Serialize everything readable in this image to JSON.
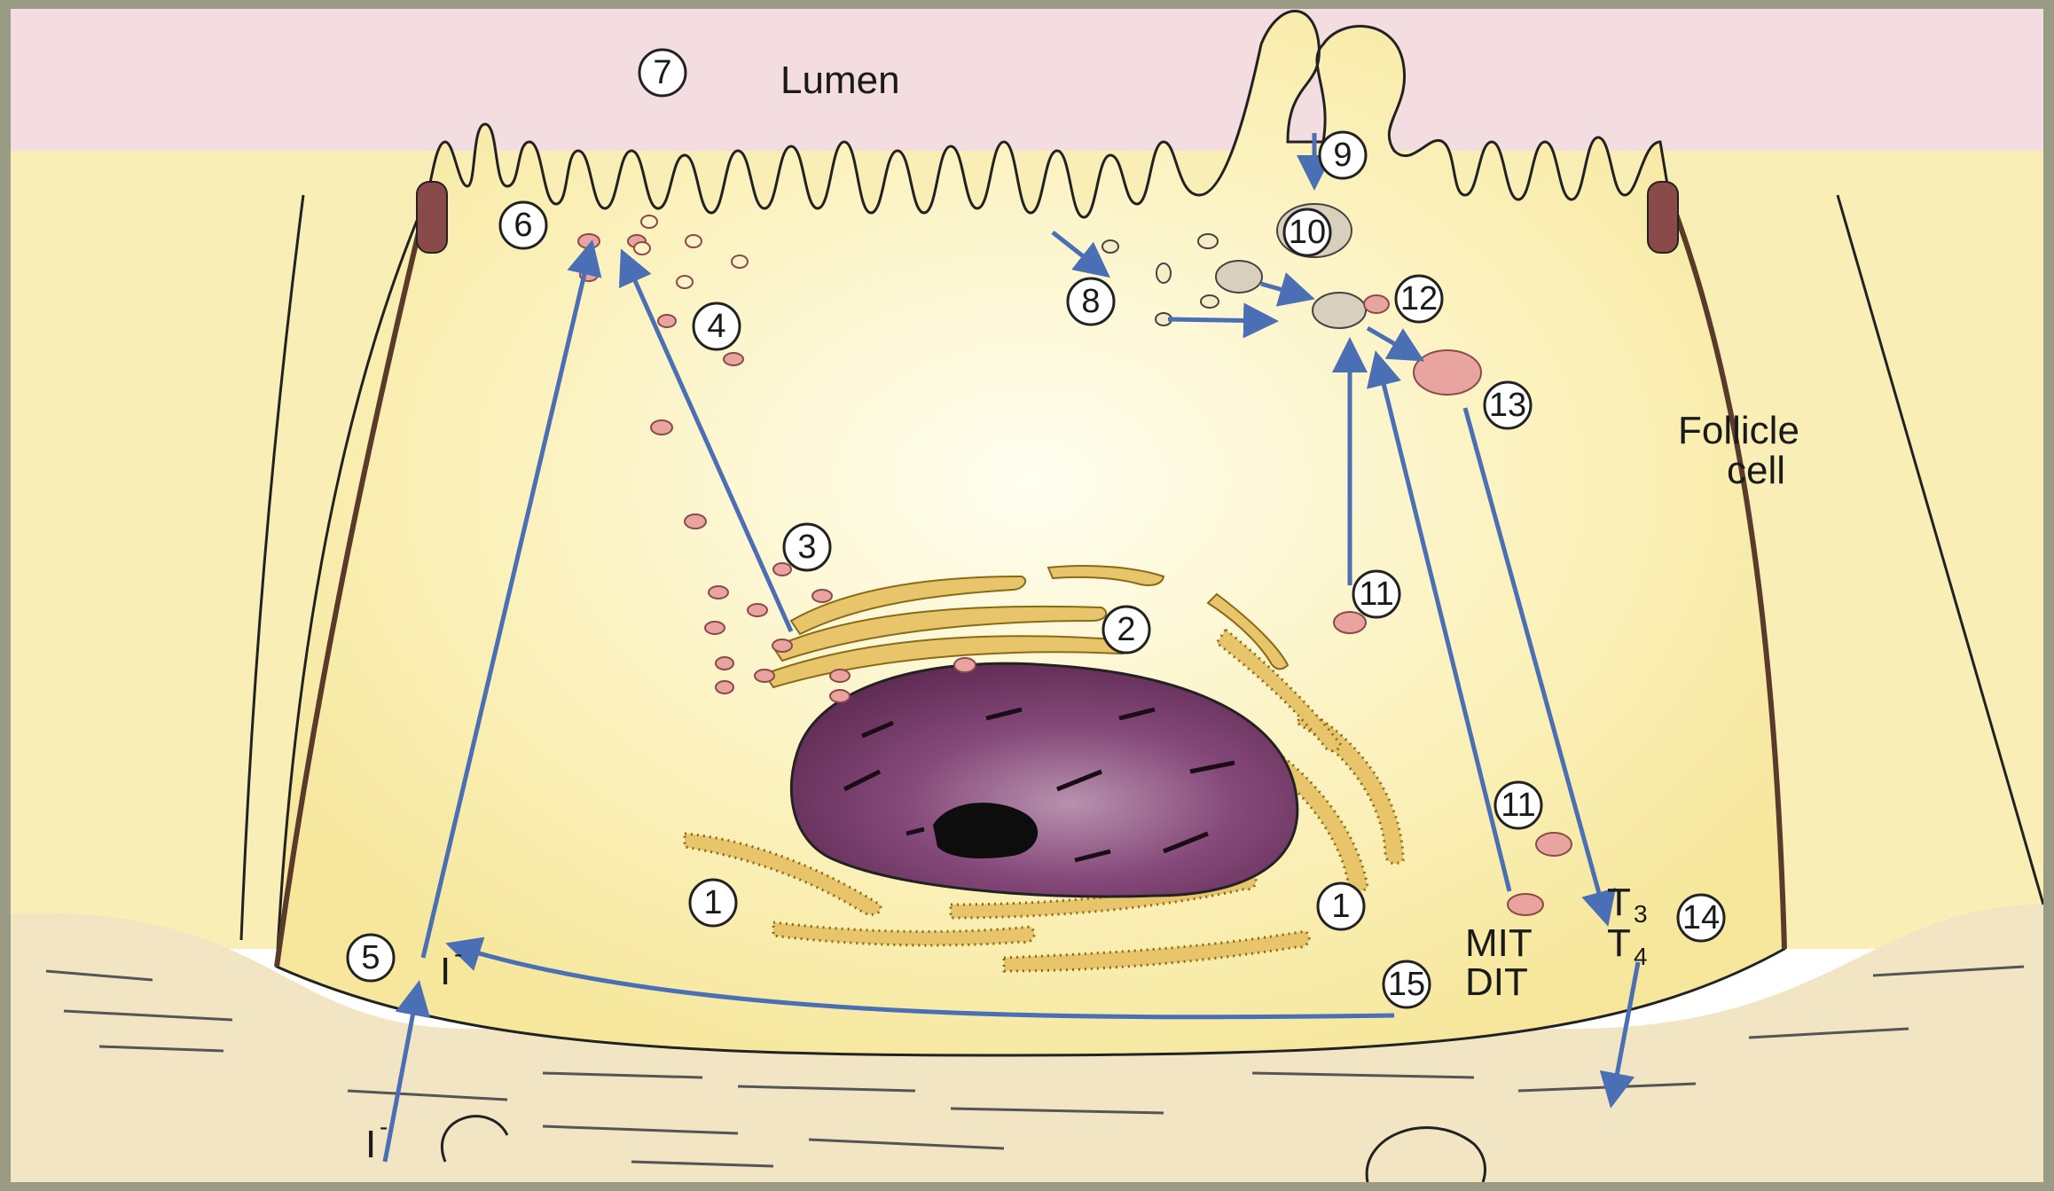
{
  "labels": {
    "lumen": "Lumen",
    "follicle_line1": "Follicle",
    "follicle_line2": "cell",
    "iodide": "I",
    "iodide_inside": "I",
    "minus": "-",
    "mit": "MIT",
    "dit": "DIT",
    "t3": "T",
    "t3_sub": "3",
    "t4": "T",
    "t4_sub": "4"
  },
  "markers": [
    "7",
    "6",
    "4",
    "3",
    "2",
    "1",
    "1",
    "5",
    "9",
    "10",
    "8",
    "12",
    "13",
    "11",
    "11",
    "14",
    "15"
  ],
  "colors": {
    "background": "#9a9b85",
    "lumen": "#f4dde0",
    "cytoplasm": "#fbf2bd",
    "connective_tissue": "#f1e5c4",
    "arrow": "#4a6fb5",
    "golgi": "#e8c46a",
    "nucleus": "#7a3d6b",
    "vesicle": "#e9a4a0",
    "junction": "#8a4a4a"
  }
}
